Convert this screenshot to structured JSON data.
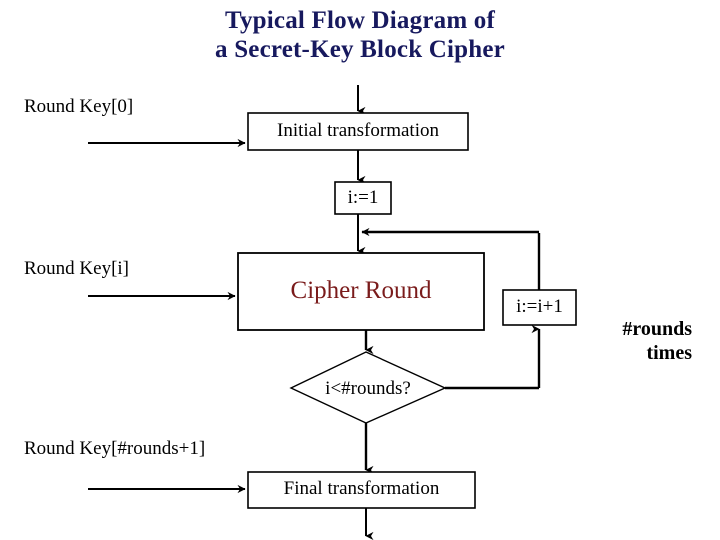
{
  "title": {
    "line1": "Typical Flow Diagram of",
    "line2": "a Secret-Key Block Cipher",
    "color": "#17195e"
  },
  "labels": {
    "round_key_0": "Round Key[0]",
    "round_key_i": "Round Key[i]",
    "round_key_last": "Round Key[#rounds+1]",
    "rounds_times_line1": "#rounds",
    "rounds_times_line2": "times"
  },
  "nodes": {
    "initial_transformation": "Initial transformation",
    "init_counter": "i:=1",
    "cipher_round": "Cipher Round",
    "increment": "i:=i+1",
    "decision": "i<#rounds?",
    "final_transformation": "Final transformation"
  },
  "colors": {
    "title": "#17195e",
    "cipher_round_text": "#7a1b1b",
    "stroke": "#000000",
    "background": "#ffffff"
  }
}
